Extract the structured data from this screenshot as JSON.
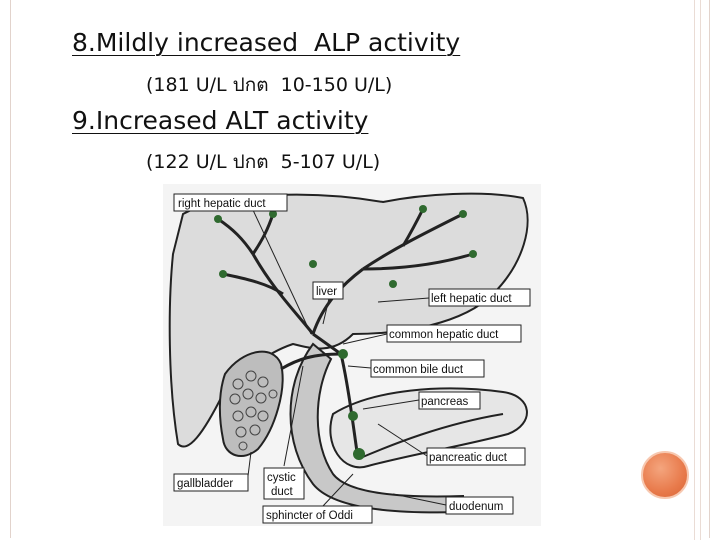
{
  "slide": {
    "item8_title": "8.Mildly increased  ALP activity",
    "item8_detail": "(181 U/L ปกต  10-150 U/L)",
    "item9_title": "9.Increased ALT activity",
    "item9_detail": "(122 U/L ปกต  5-107 U/L)"
  },
  "diagram": {
    "labels": {
      "right_hepatic_duct": "right hepatic duct",
      "liver": "liver",
      "left_hepatic_duct": "left hepatic duct",
      "common_hepatic_duct": "common hepatic duct",
      "common_bile_duct": "common bile duct",
      "pancreas": "pancreas",
      "pancreatic_duct": "pancreatic duct",
      "gallbladder": "gallbladder",
      "cystic_duct_line1": "cystic",
      "cystic_duct_line2": "duct",
      "duodenum": "duodenum",
      "sphincter_of_oddi": "sphincter of Oddi"
    }
  },
  "colors": {
    "accent_circle": "#e87a4b",
    "liver_fill": "#dcdcdc"
  }
}
